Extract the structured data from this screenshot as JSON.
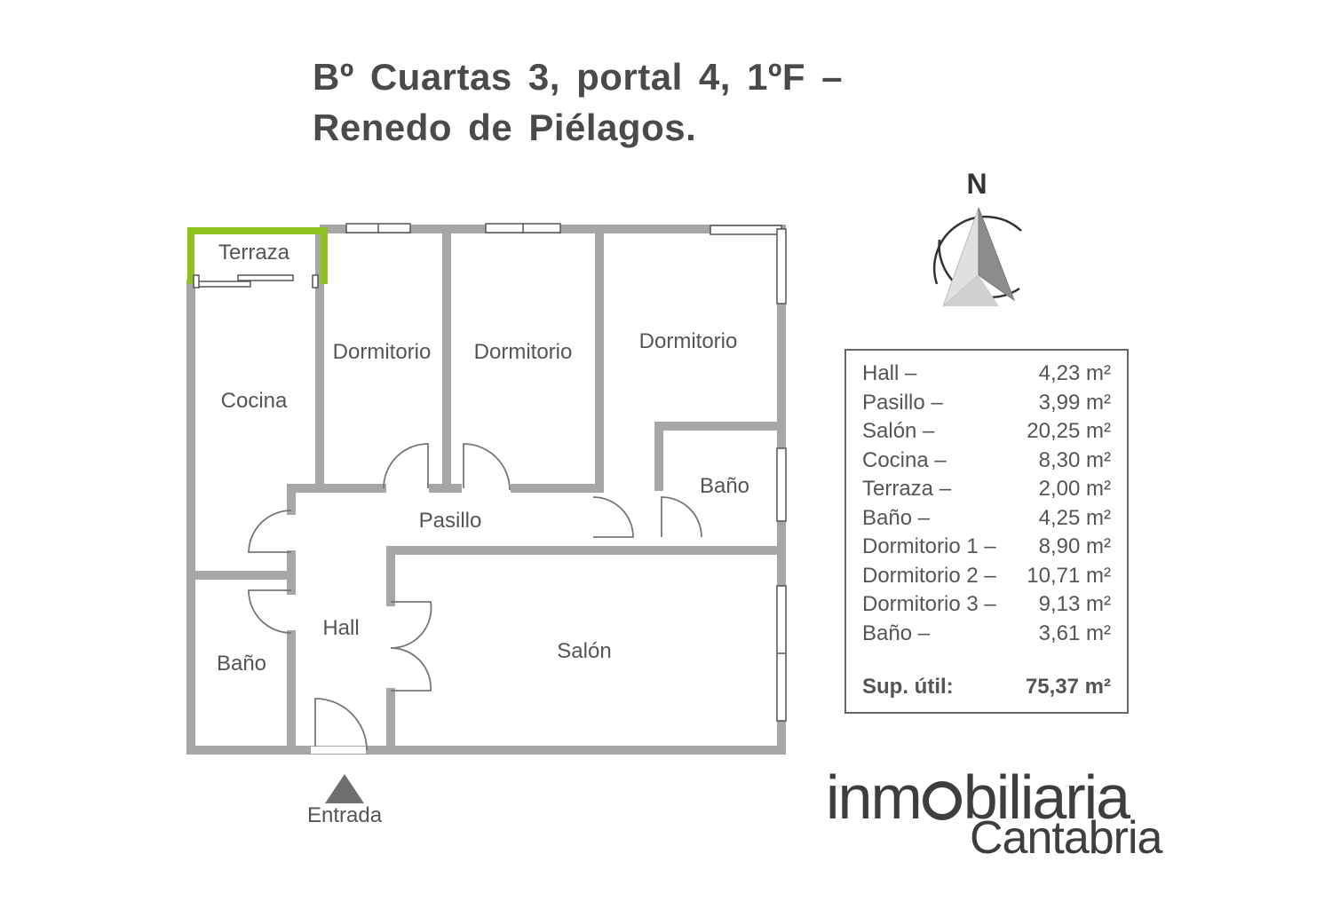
{
  "title": {
    "line1": "Bº Cuartas  3, portal 4, 1ºF –",
    "line2": "Renedo de Piélagos."
  },
  "rooms": {
    "terraza": "Terraza",
    "cocina": "Cocina",
    "dormitorio_a": "Dormitorio",
    "dormitorio_b": "Dormitorio",
    "dormitorio_c": "Dormitorio",
    "bano_right": "Baño",
    "pasillo": "Pasillo",
    "hall": "Hall",
    "bano_left": "Baño",
    "salon": "Salón"
  },
  "entrance_label": "Entrada",
  "north_label": "N",
  "areas": [
    {
      "name": "Hall –",
      "value": "4,23  m²"
    },
    {
      "name": "Pasillo –",
      "value": "3,99  m²"
    },
    {
      "name": "Salón –",
      "value": "20,25  m²"
    },
    {
      "name": "Cocina –",
      "value": "8,30  m²"
    },
    {
      "name": "Terraza  –",
      "value": "2,00  m²"
    },
    {
      "name": "Baño –",
      "value": "4,25  m²"
    },
    {
      "name": "Dormitorio  1 –",
      "value": "8,90  m²"
    },
    {
      "name": "Dormitorio  2 –",
      "value": "10,71  m²"
    },
    {
      "name": "Dormitorio  3 –",
      "value": "9,13  m²"
    },
    {
      "name": "Baño –",
      "value": "3,61  m²"
    }
  ],
  "total": {
    "label": "Sup. útil:",
    "value": "75,37  m²"
  },
  "logo": {
    "part1": "inm",
    "part2": "biliaria",
    "sub": "Cantabria"
  },
  "colors": {
    "wall": "#a6a6a6",
    "terrace_highlight": "#8dc21f",
    "text": "#555555"
  }
}
